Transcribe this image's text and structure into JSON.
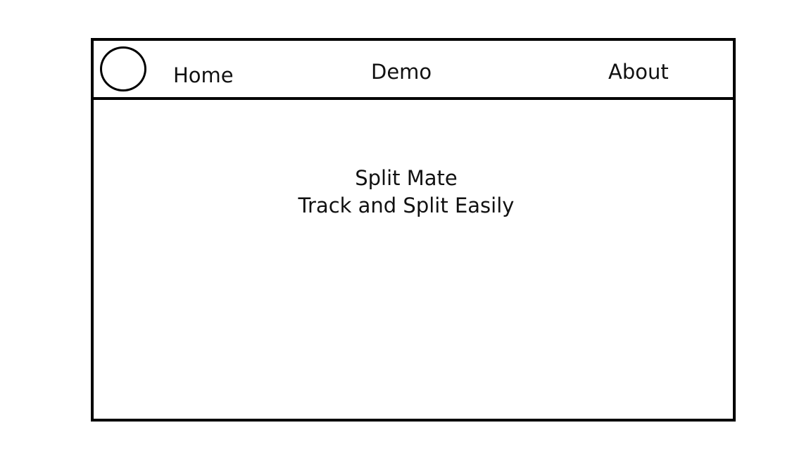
{
  "nav": {
    "logo_icon": "circle-logo-icon",
    "items": [
      {
        "label": "Home"
      },
      {
        "label": "Demo"
      },
      {
        "label": "About"
      }
    ]
  },
  "hero": {
    "title": "Split Mate",
    "subtitle": "Track and Split Easily"
  },
  "colors": {
    "border": "#000000",
    "background": "#ffffff",
    "text": "#111111"
  }
}
